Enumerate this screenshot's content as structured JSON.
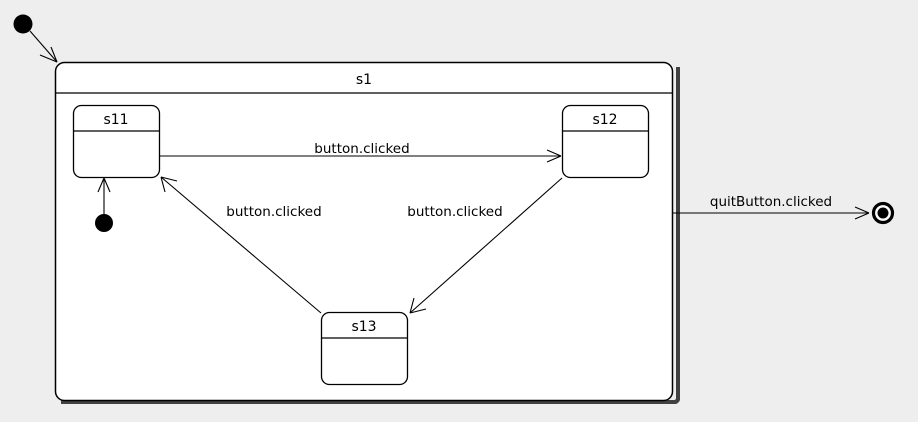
{
  "diagram": {
    "type": "uml-state-machine",
    "background_color": "#eeeeee",
    "stroke_color": "#000000",
    "fill_color": "#ffffff",
    "composite_state": {
      "name": "s1",
      "label": "s1"
    },
    "states": [
      {
        "id": "s11",
        "label": "s11"
      },
      {
        "id": "s12",
        "label": "s12"
      },
      {
        "id": "s13",
        "label": "s13"
      }
    ],
    "pseudostates": [
      {
        "id": "initial-outer",
        "kind": "initial"
      },
      {
        "id": "initial-inner",
        "kind": "initial"
      },
      {
        "id": "final",
        "kind": "final"
      }
    ],
    "transitions": [
      {
        "id": "t-start-s1",
        "from": "initial-outer",
        "to": "s1",
        "label": ""
      },
      {
        "id": "t-start-s11",
        "from": "initial-inner",
        "to": "s11",
        "label": ""
      },
      {
        "id": "t-s11-s12",
        "from": "s11",
        "to": "s12",
        "label": "button.clicked"
      },
      {
        "id": "t-s12-s13",
        "from": "s12",
        "to": "s13",
        "label": "button.clicked"
      },
      {
        "id": "t-s13-s11",
        "from": "s13",
        "to": "s11",
        "label": "button.clicked"
      },
      {
        "id": "t-s1-final",
        "from": "s1",
        "to": "final",
        "label": "quitButton.clicked"
      }
    ]
  }
}
